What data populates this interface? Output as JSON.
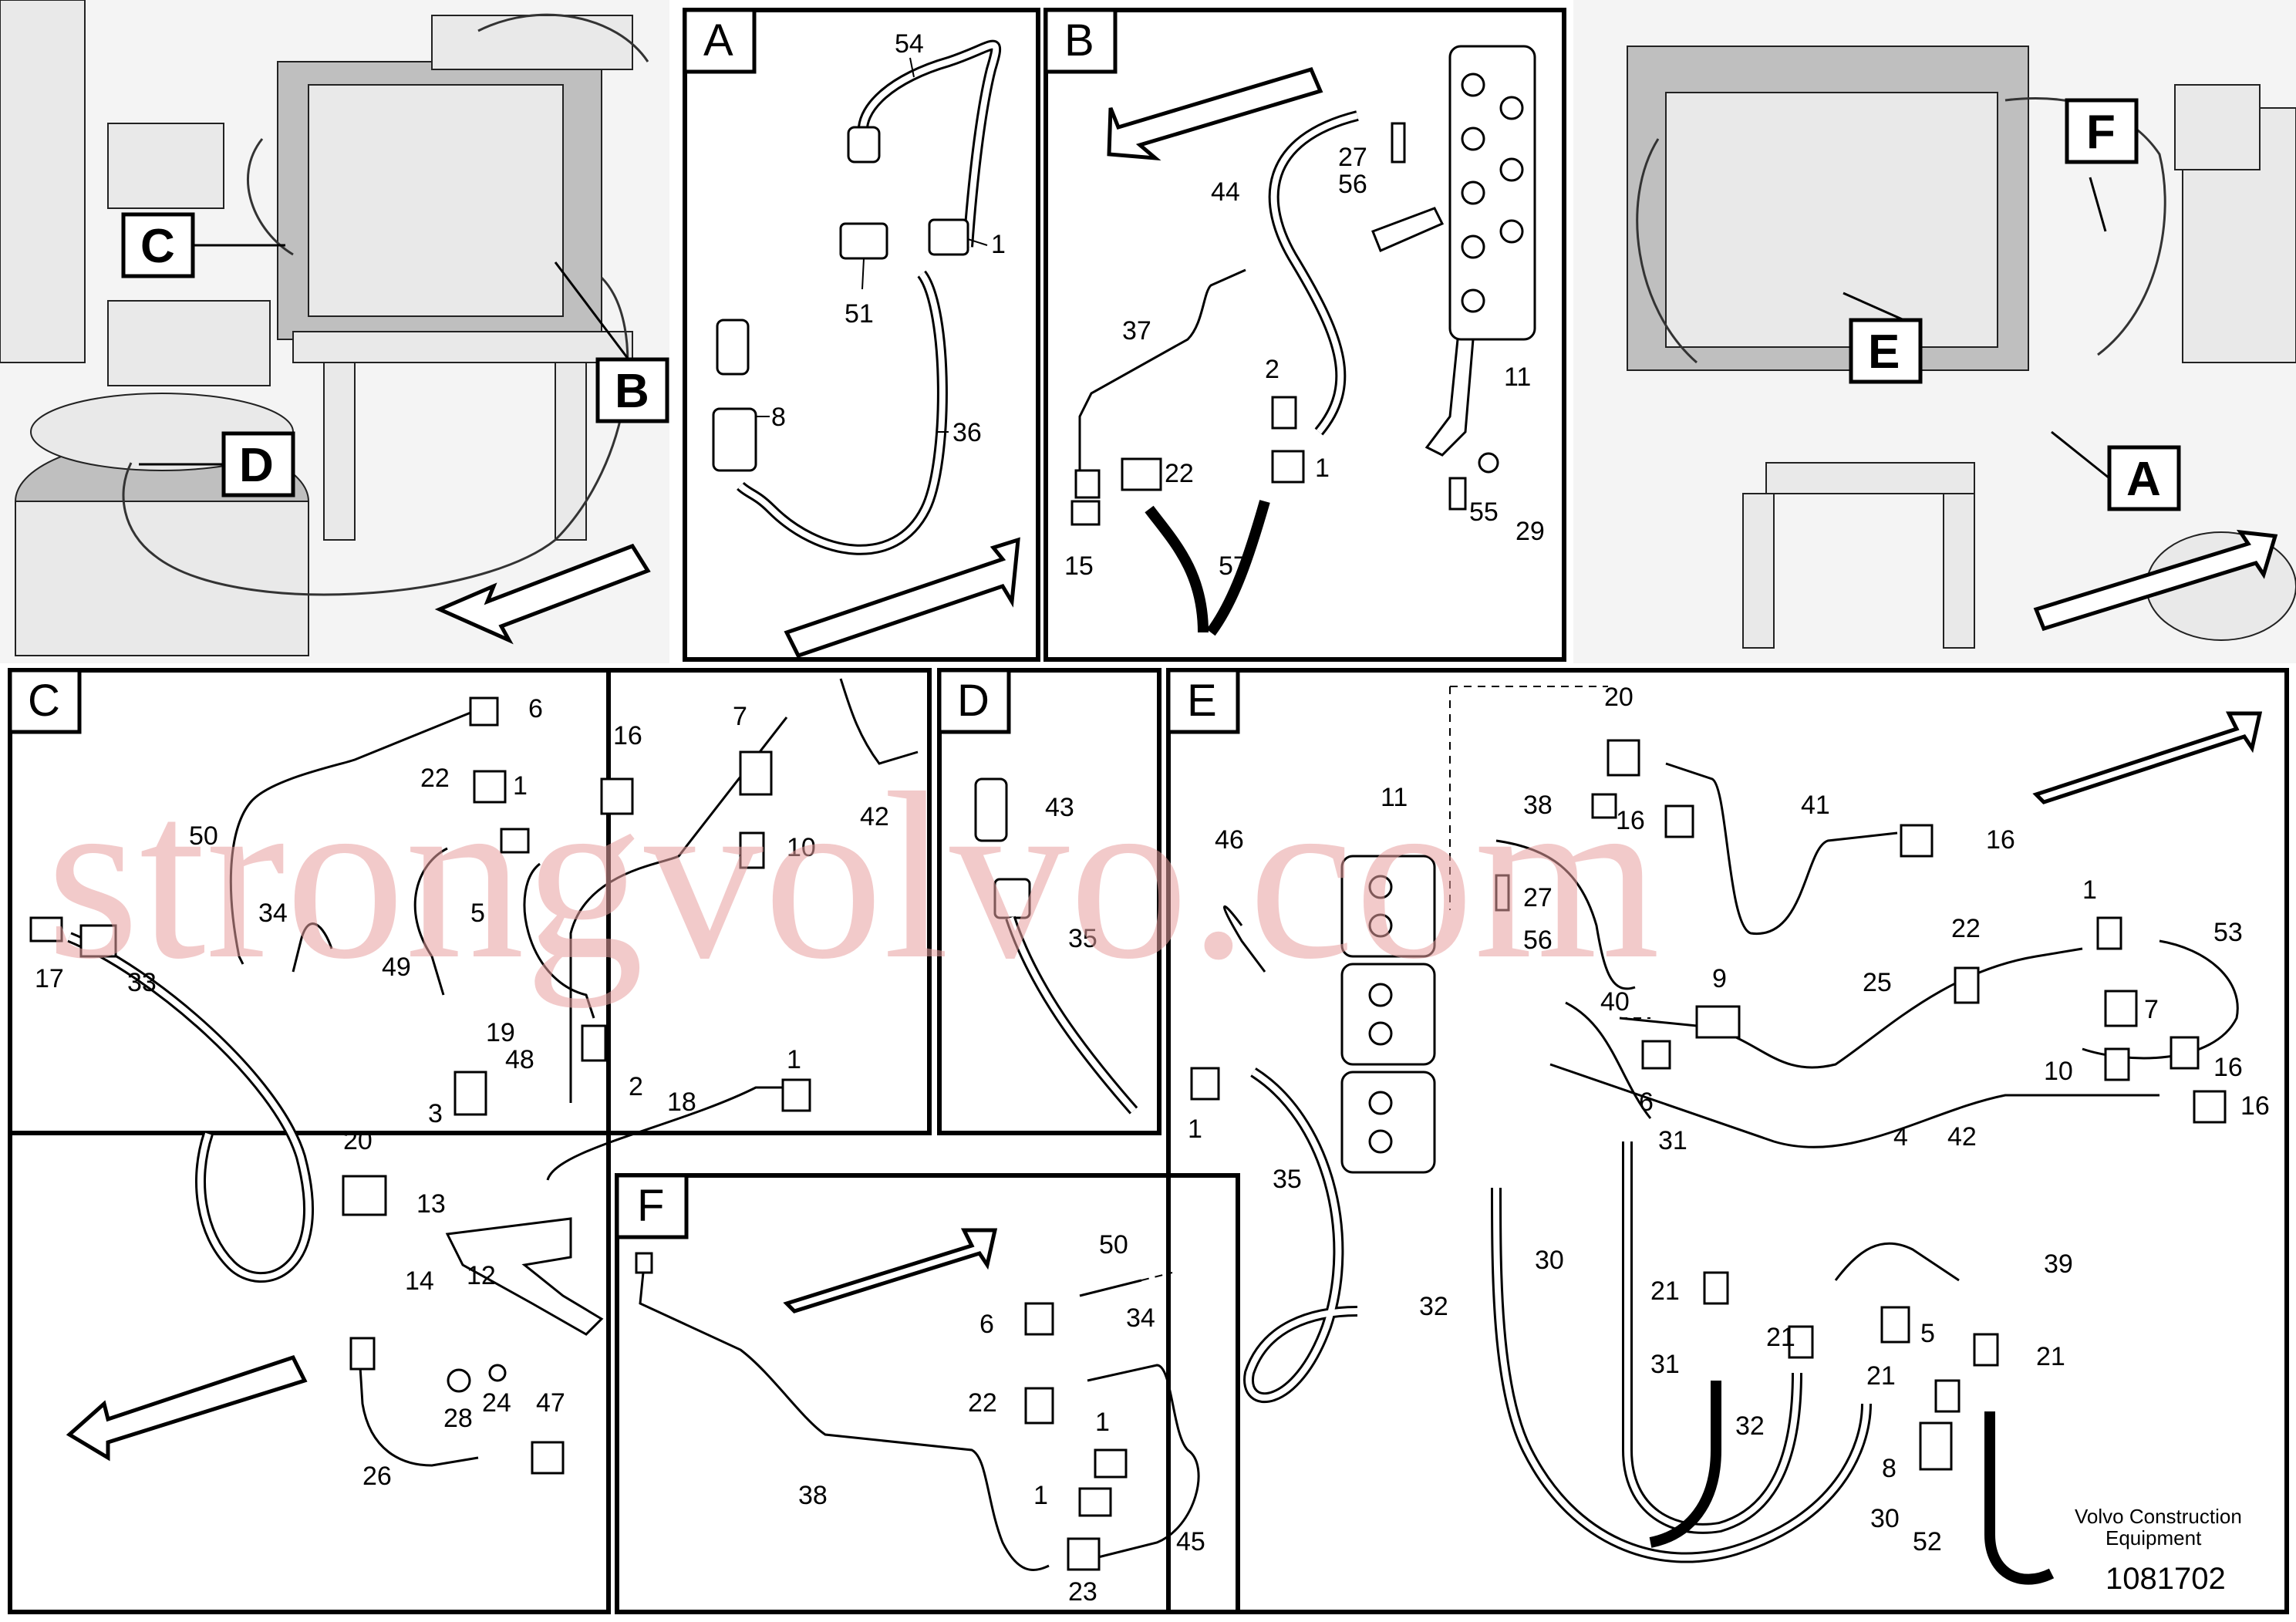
{
  "watermark": "strongvolvo.com",
  "brand": {
    "line1": "Volvo Construction",
    "line2": "Equipment"
  },
  "document_number": "1081702",
  "overview_left": {
    "tags": [
      "C",
      "D",
      "B"
    ]
  },
  "overview_right": {
    "tags": [
      "F",
      "E",
      "A"
    ]
  },
  "panels": {
    "A": {
      "label": "A",
      "callouts": [
        "54",
        "1",
        "51",
        "8",
        "36"
      ]
    },
    "B": {
      "label": "B",
      "callouts": [
        "27",
        "56",
        "44",
        "37",
        "2",
        "22",
        "1",
        "15",
        "57",
        "11",
        "55",
        "29"
      ]
    },
    "C": {
      "label": "C",
      "callouts": [
        "6",
        "22",
        "1",
        "16",
        "7",
        "50",
        "34",
        "5",
        "49",
        "42",
        "10",
        "17",
        "33",
        "19",
        "48",
        "3",
        "2",
        "18",
        "1",
        "20",
        "13",
        "14",
        "12",
        "28",
        "24",
        "47",
        "26"
      ]
    },
    "D": {
      "label": "D",
      "callouts": [
        "43",
        "35"
      ]
    },
    "E": {
      "label": "E",
      "callouts": [
        "20",
        "11",
        "38",
        "16",
        "41",
        "16",
        "46",
        "27",
        "56",
        "40",
        "1",
        "22",
        "53",
        "9",
        "25",
        "7",
        "16",
        "6",
        "10",
        "1",
        "35",
        "31",
        "4",
        "42",
        "16",
        "39",
        "30",
        "21",
        "32",
        "31",
        "21",
        "5",
        "21",
        "21",
        "32",
        "8",
        "30",
        "52"
      ]
    },
    "F": {
      "label": "F",
      "callouts": [
        "50",
        "6",
        "34",
        "22",
        "1",
        "1",
        "38",
        "45",
        "23"
      ]
    }
  }
}
